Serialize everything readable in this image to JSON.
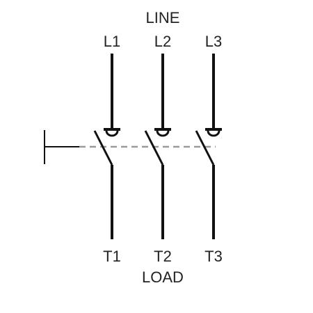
{
  "line_label": "LINE",
  "load_label": "LOAD",
  "phases": [
    {
      "line": "L1",
      "load": "T1"
    },
    {
      "line": "L2",
      "load": "T2"
    },
    {
      "line": "L3",
      "load": "T3"
    }
  ],
  "colors": {
    "conductor": "#111111",
    "linkage": "#9a9a9a",
    "text": "#222222"
  }
}
